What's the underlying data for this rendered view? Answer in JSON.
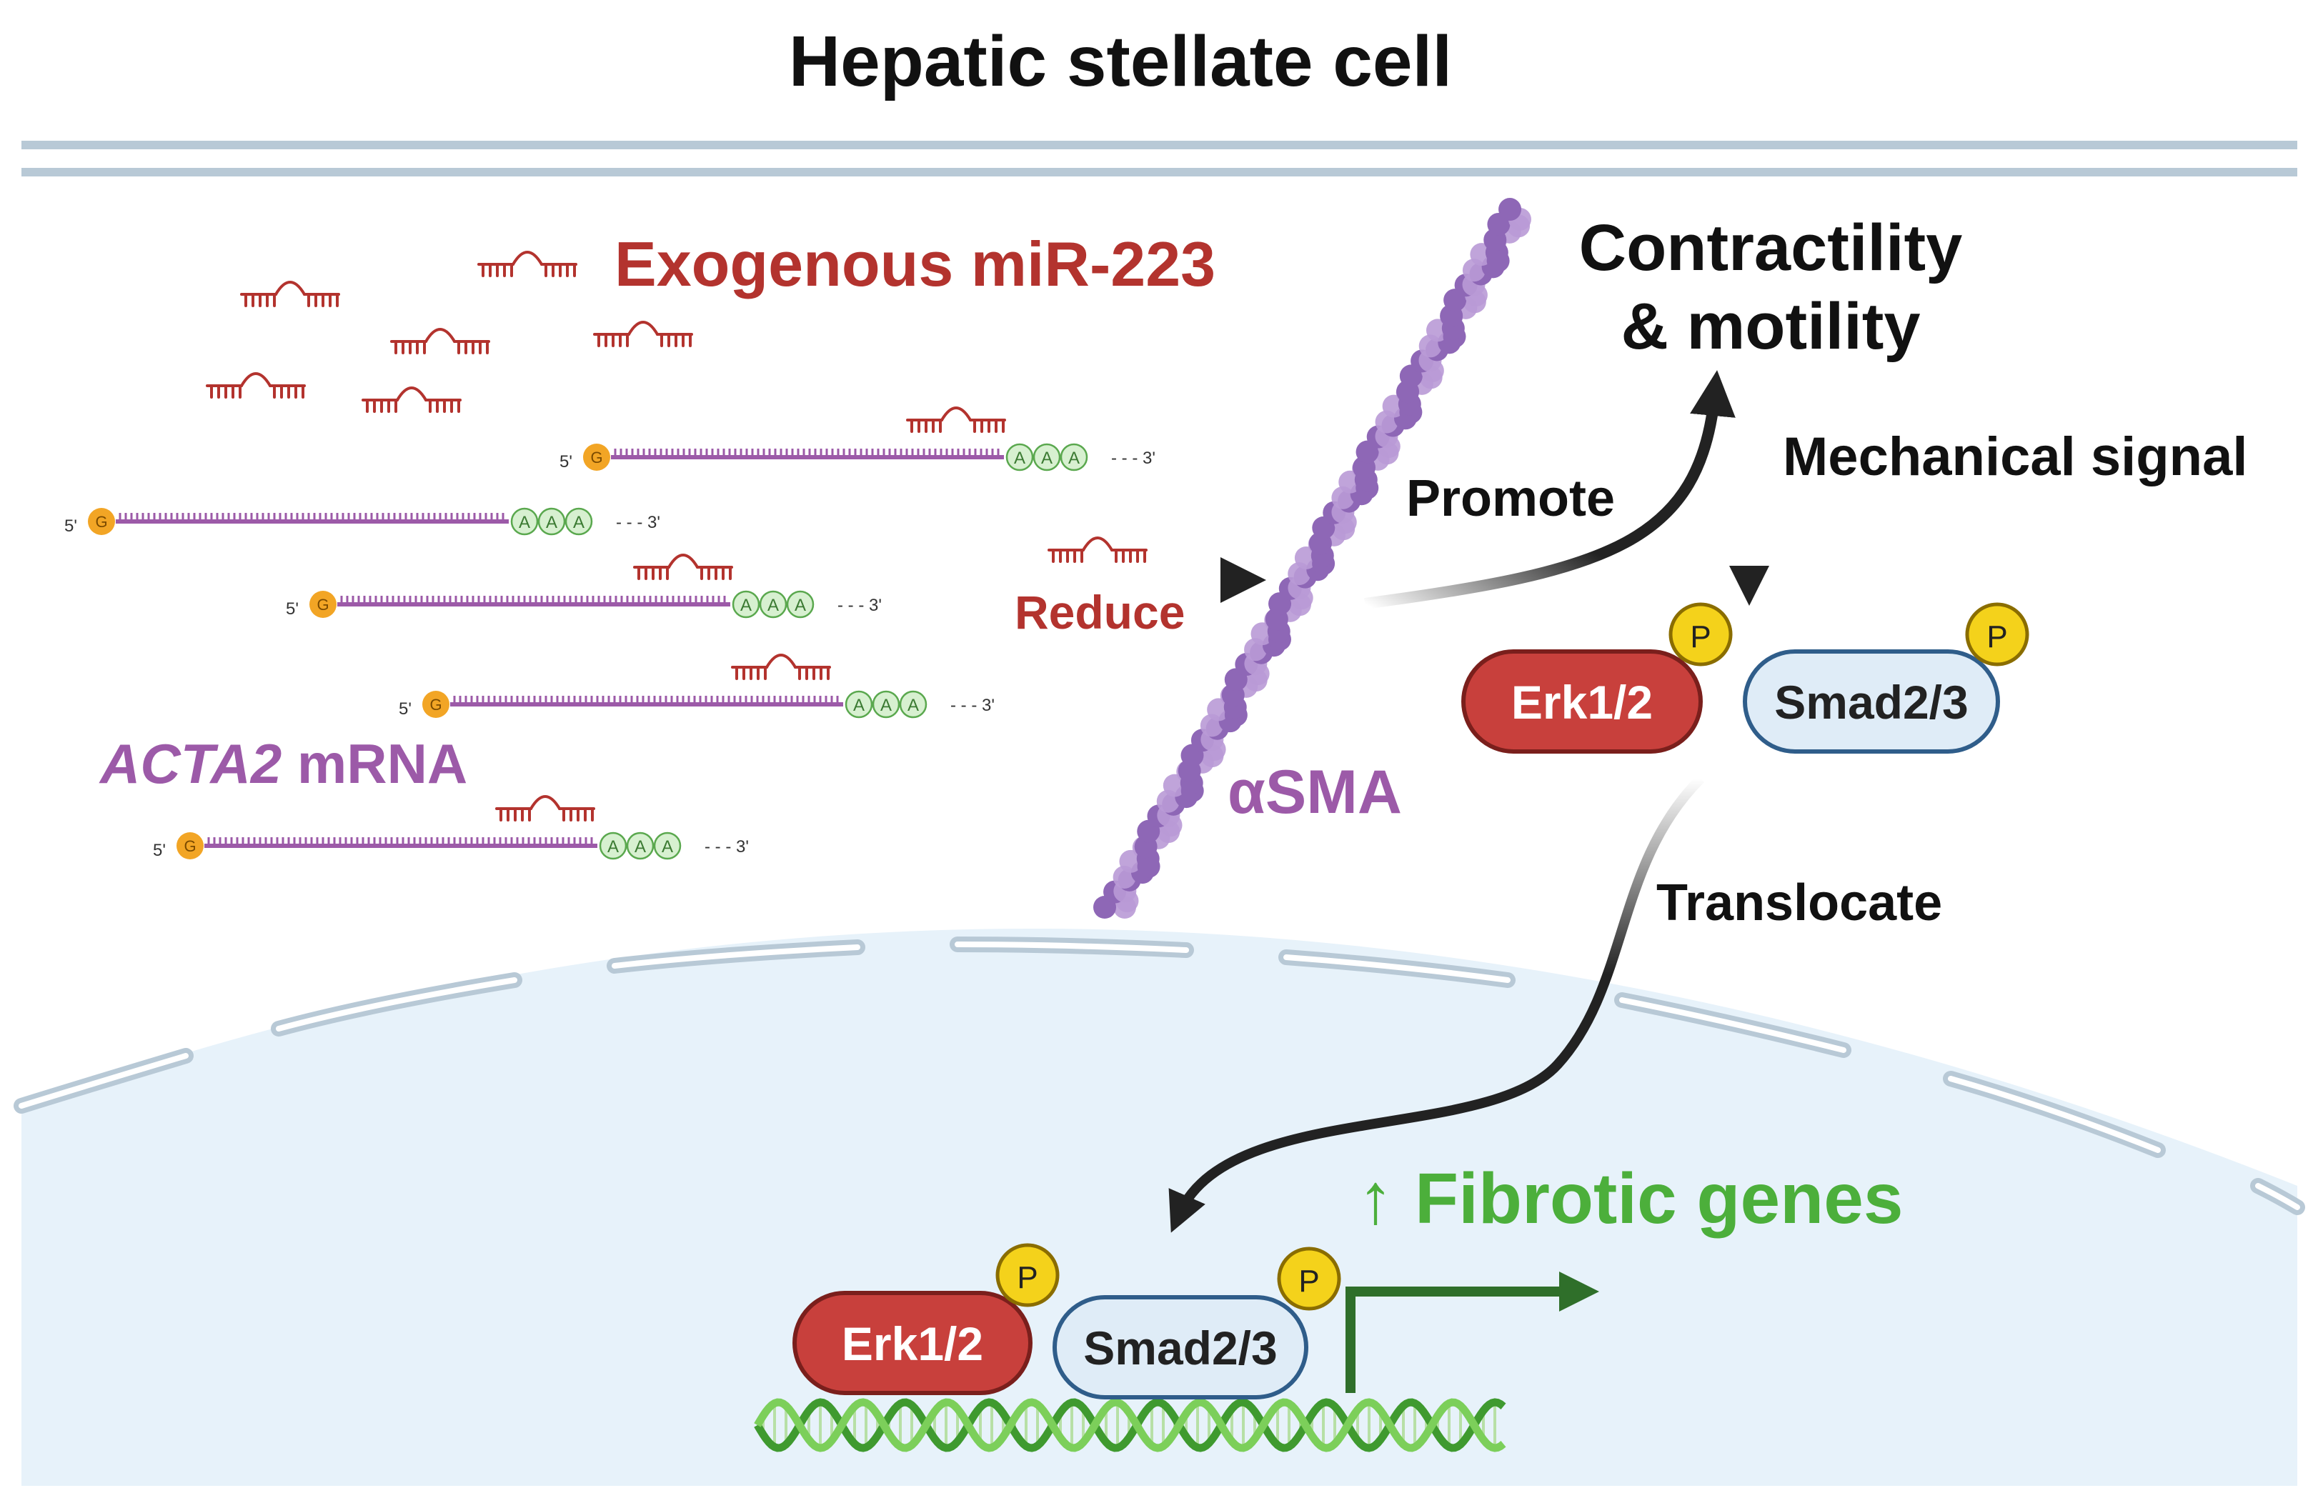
{
  "title": "Hepatic stellate cell",
  "mirna_label": "Exogenous miR-223",
  "mrna_label": {
    "gene": "ACTA2",
    "suffix": " mRNA"
  },
  "actin_label": "αSMA",
  "arrows": {
    "reduce": "Reduce",
    "promote": "Promote",
    "mechanical": "Mechanical signal",
    "translocate": "Translocate"
  },
  "outcome": {
    "line1": "Contractility",
    "line2": "& motility"
  },
  "proteins": {
    "erk": "Erk1/2",
    "smad": "Smad2/3",
    "phospho": "P"
  },
  "fibrotic": {
    "arrow": "↑",
    "label": "Fibrotic genes"
  },
  "mrna_parts": {
    "cap": "G",
    "five_prime": "5'",
    "three_prime": "- - - 3'",
    "poly_a": [
      "A",
      "A",
      "A"
    ]
  },
  "colors": {
    "mirna_red": "#b3332e",
    "mrna_purple": "#9c5aa8",
    "actin_purple": "#8e67b6",
    "fibrotic_green": "#4caf3b",
    "membrane": "#b8c9d6",
    "nucleus_fill": "#e7f2fa",
    "erk_fill": "#c8403c",
    "smad_fill": "#dfecf7",
    "phospho_yellow": "#f4d21b",
    "cap_orange": "#f2a525"
  }
}
